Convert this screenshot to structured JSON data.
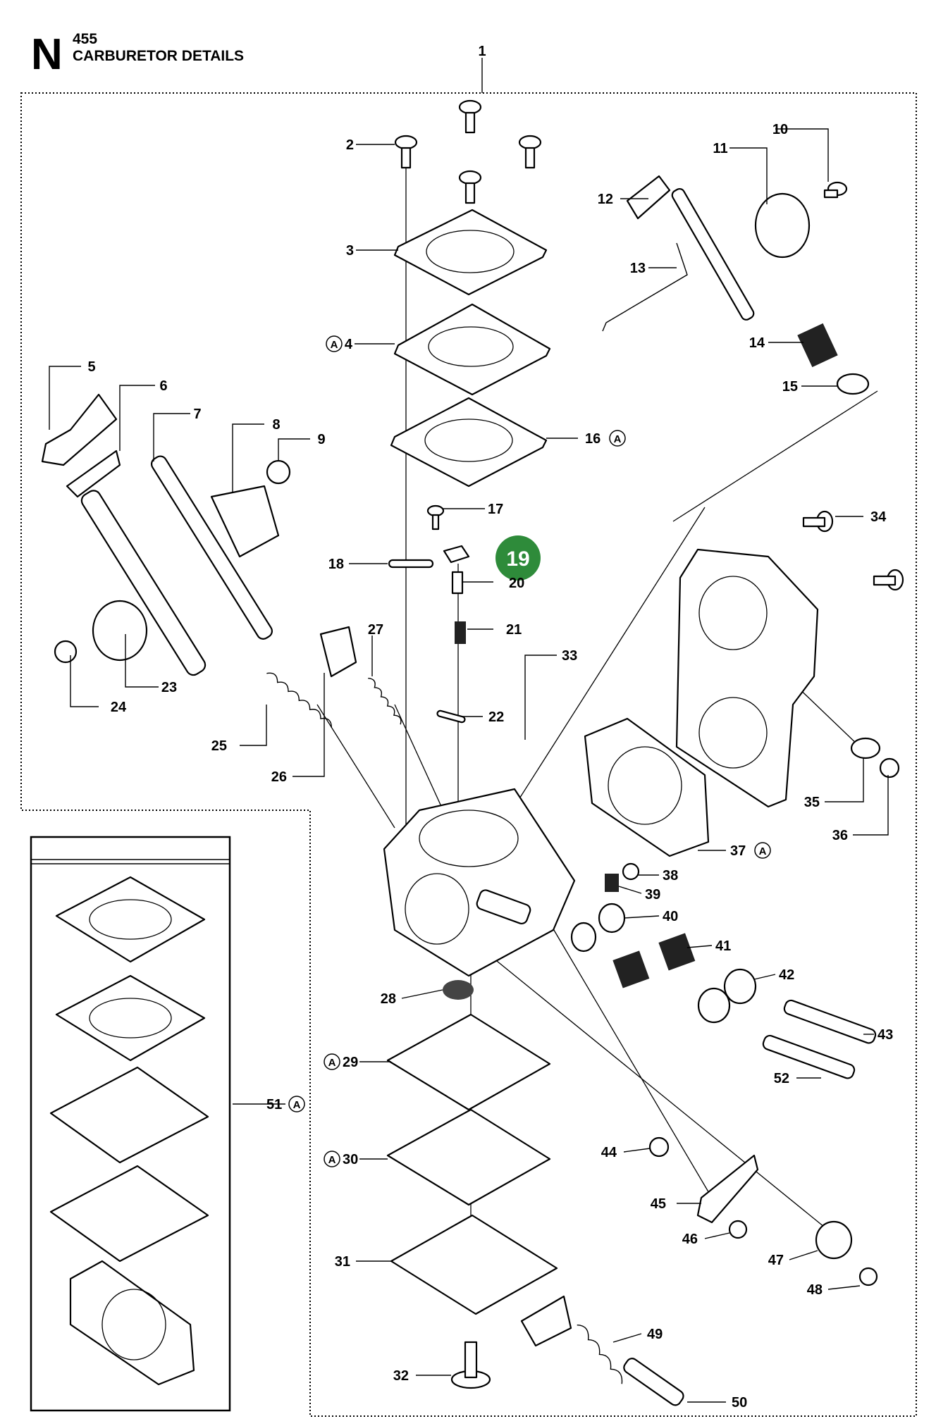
{
  "header": {
    "section_letter": "N",
    "model": "455",
    "title": "CARBURETOR DETAILS"
  },
  "highlight": {
    "number": "19",
    "color": "#2e8b3a"
  },
  "labels": {
    "l1": "1",
    "l2": "2",
    "l3": "3",
    "l4": "4",
    "l5": "5",
    "l6": "6",
    "l7": "7",
    "l8": "8",
    "l9": "9",
    "l10": "10",
    "l11": "11",
    "l12": "12",
    "l13": "13",
    "l14": "14",
    "l15": "15",
    "l16": "16",
    "l17": "17",
    "l18": "18",
    "l20": "20",
    "l21": "21",
    "l22": "22",
    "l23": "23",
    "l24": "24",
    "l25": "25",
    "l26": "26",
    "l27": "27",
    "l28": "28",
    "l29": "29",
    "l30": "30",
    "l31": "31",
    "l32": "32",
    "l33": "33",
    "l34": "34",
    "l35": "35",
    "l36": "36",
    "l37": "37",
    "l38": "38",
    "l39": "39",
    "l40": "40",
    "l41": "41",
    "l42": "42",
    "l43": "43",
    "l44": "44",
    "l45": "45",
    "l46": "46",
    "l47": "47",
    "l48": "48",
    "l49": "49",
    "l50": "50",
    "l51": "51",
    "l52": "52"
  },
  "kit_marker": "A"
}
